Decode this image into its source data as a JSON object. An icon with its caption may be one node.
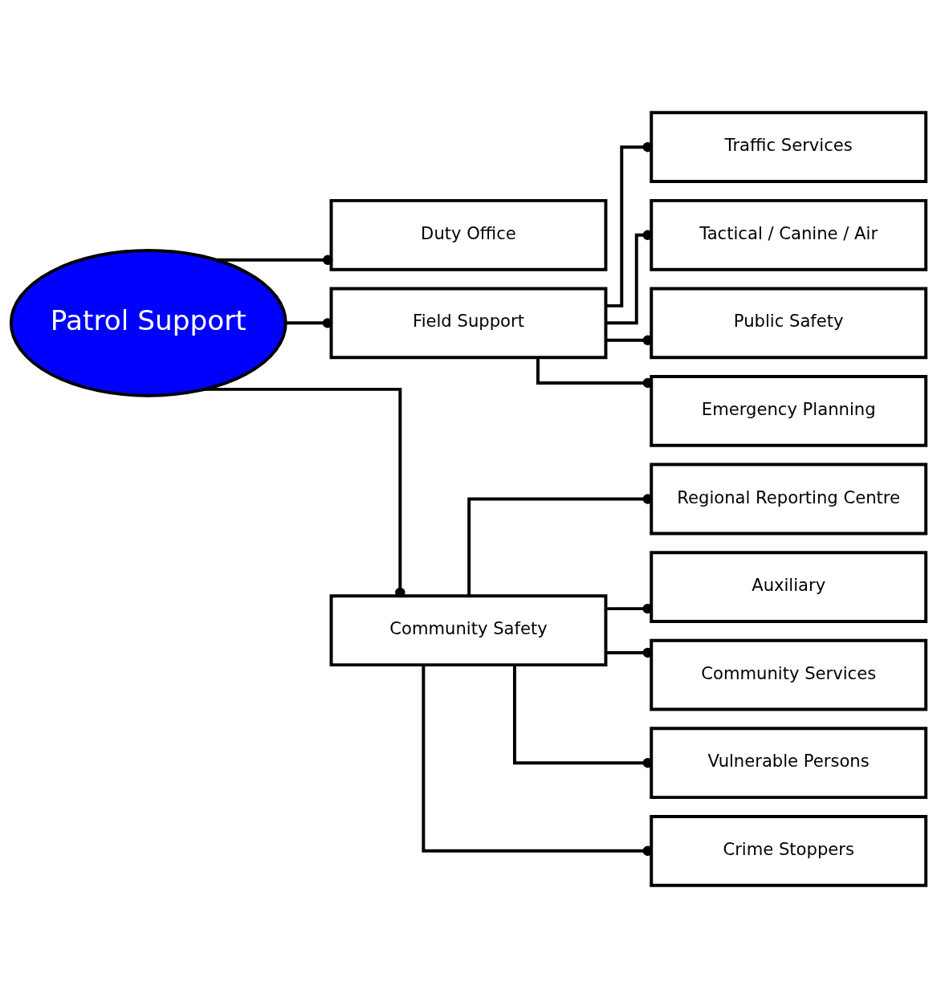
{
  "diagram": {
    "nodes": [
      {
        "text": [
          "Patrol Support"
        ]
      },
      {
        "text": [
          "Duty Office"
        ]
      },
      {
        "text": [
          "Field Support"
        ]
      },
      {
        "text": [
          "Traffic Services"
        ]
      },
      {
        "text": [
          "Tactical / Canine / Air"
        ]
      },
      {
        "text": [
          "Public Safety"
        ]
      },
      {
        "text": [
          "Emergency Planning"
        ]
      },
      {
        "text": [
          "Community Safety"
        ]
      },
      {
        "text": [
          "Regional Reporting Centre"
        ]
      },
      {
        "text": [
          "Auxiliary"
        ]
      },
      {
        "text": [
          "Community Services"
        ]
      },
      {
        "text": [
          "Vulnerable Persons"
        ]
      },
      {
        "text": [
          "Crime Stoppers"
        ]
      }
    ],
    "edges": [
      {
        "from": 0,
        "to": 1,
        "arrow": "other"
      },
      {
        "from": 0,
        "to": 2,
        "arrow": "other"
      },
      {
        "from": 2,
        "to": 3,
        "arrow": "other"
      },
      {
        "from": 2,
        "to": 4,
        "arrow": "other"
      },
      {
        "from": 2,
        "to": 5,
        "arrow": "other"
      },
      {
        "from": 2,
        "to": 6,
        "arrow": "other"
      },
      {
        "from": 0,
        "to": 7,
        "arrow": "other"
      },
      {
        "from": 7,
        "to": 8,
        "arrow": "other"
      },
      {
        "from": 7,
        "to": 9,
        "arrow": "other"
      },
      {
        "from": 7,
        "to": 10,
        "arrow": "other"
      },
      {
        "from": 7,
        "to": 11,
        "arrow": "other"
      },
      {
        "from": 7,
        "to": 12,
        "arrow": "other"
      }
    ]
  }
}
